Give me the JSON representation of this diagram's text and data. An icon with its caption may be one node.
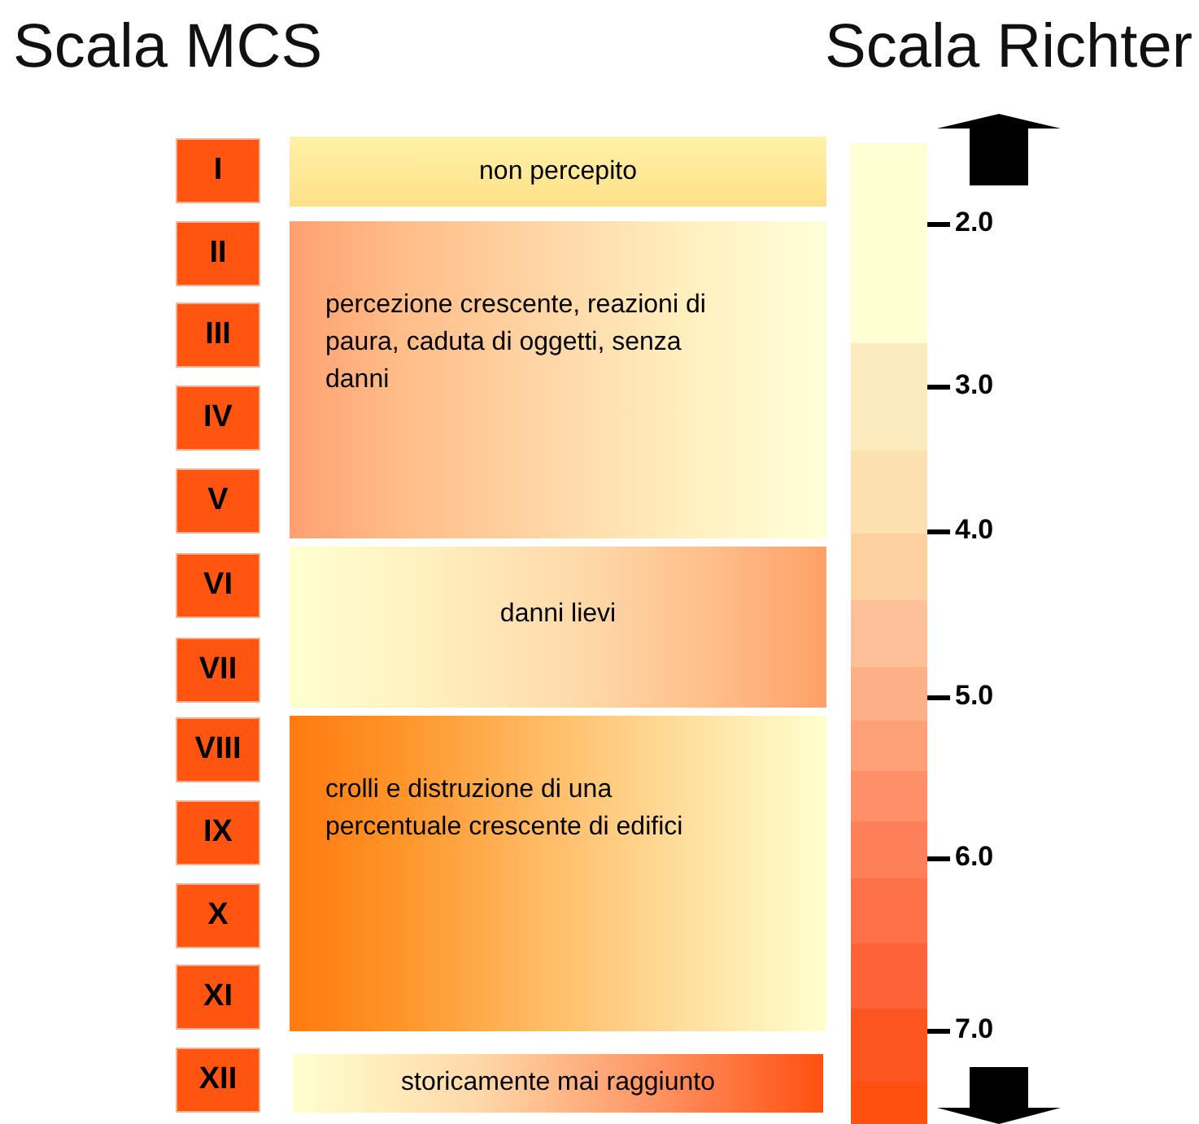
{
  "diagram": {
    "nodes": [
      {
        "text": [
          "I"
        ]
      },
      {
        "text": [
          "II"
        ]
      },
      {
        "text": [
          "III"
        ]
      },
      {
        "text": [
          "IV"
        ]
      },
      {
        "text": [
          "V"
        ]
      },
      {
        "text": [
          "VI"
        ]
      },
      {
        "text": [
          "VII"
        ]
      },
      {
        "text": [
          "VIII"
        ]
      },
      {
        "text": [
          "IX"
        ]
      },
      {
        "text": [
          "X"
        ]
      },
      {
        "text": [
          "XI"
        ]
      },
      {
        "text": [
          "XII"
        ]
      },
      {
        "text": [
          "non percepito"
        ]
      },
      {
        "text": [
          "percezione crescente, reazioni di paura, caduta di oggetti, senza danni"
        ]
      },
      {
        "text": [
          "danni lievi"
        ]
      },
      {
        "text": [
          "crolli e distruzione di una percentuale crescente di edifici"
        ]
      },
      {
        "text": [
          "storicamente mai raggiunto"
        ]
      }
    ],
    "edges": [],
    "labels": [
      "Scala MCS",
      "Scala Richter",
      "2.0",
      "3.0",
      "4.0",
      "5.0",
      "6.0",
      "7.0"
    ]
  }
}
